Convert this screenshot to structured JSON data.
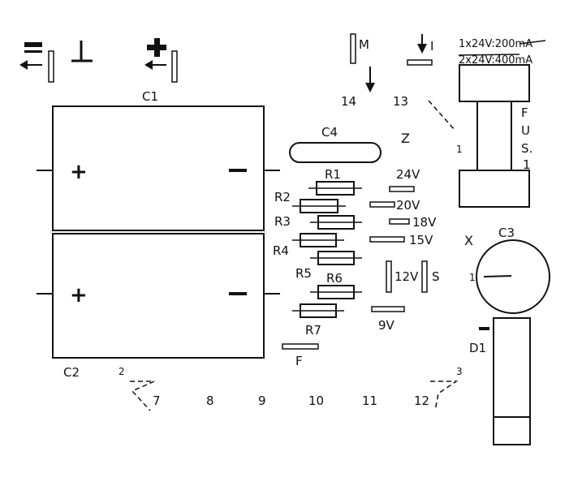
{
  "labels": {
    "c1": "C1",
    "c2": "C2",
    "c3": "C3",
    "c4": "C4",
    "z": "Z",
    "x": "X",
    "d1": "D1",
    "m": "M",
    "i": "I",
    "s": "S",
    "f": "F",
    "fus": [
      "F",
      "U",
      "S.",
      "1"
    ],
    "r1": "R1",
    "r2": "R2",
    "r3": "R3",
    "r4": "R4",
    "r5": "R5",
    "r6": "R6",
    "r7": "R7",
    "v24": "24V",
    "v20": "20V",
    "v18": "18V",
    "v15": "15V",
    "v12": "12V",
    "v9": "9V",
    "fuse_line1": "1x24V:200mA",
    "fuse_line2": "2x24V:400mA",
    "plus": "+",
    "minus": "−",
    "fuse_pin": "1",
    "c3_pin": "1"
  },
  "pins": {
    "p14": "14",
    "p13": "13",
    "p2": "2",
    "p7": "7",
    "p8": "8",
    "p9": "9",
    "p10": "10",
    "p11": "11",
    "p12": "12",
    "p3": "3"
  }
}
